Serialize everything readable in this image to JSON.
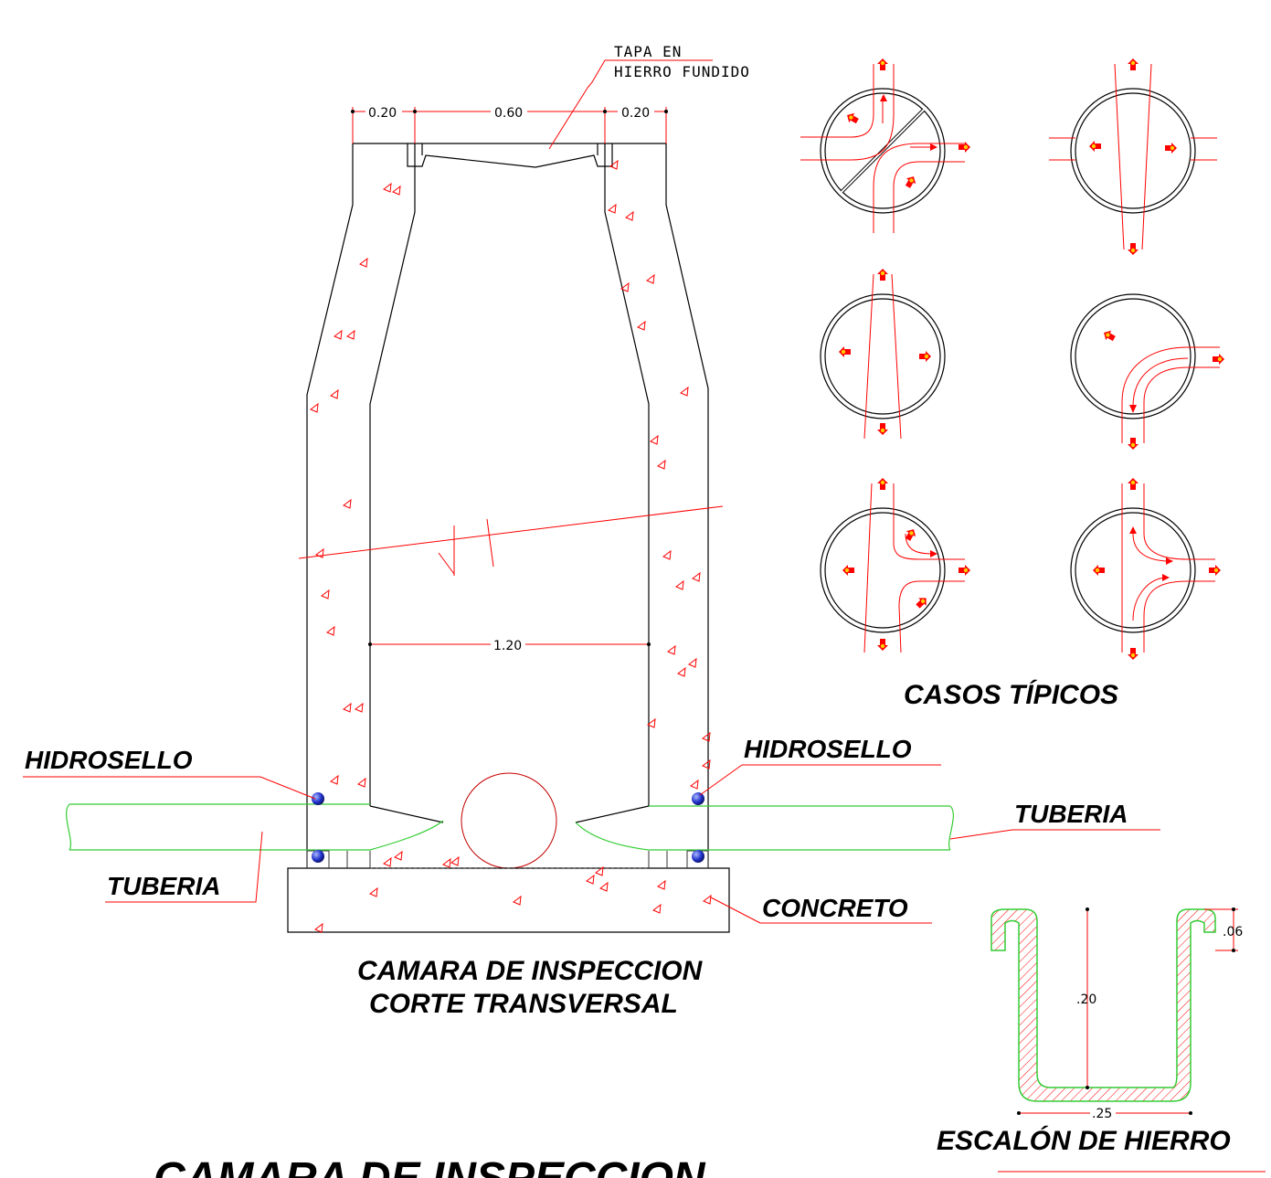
{
  "labels": {
    "tapa_line1": "TAPA EN",
    "tapa_line2": "HIERRO FUNDIDO",
    "dim_left": "0.20",
    "dim_mid": "0.60",
    "dim_right": "0.20",
    "dim_width": "1.20",
    "hidrosello_left": "HIDROSELLO",
    "hidrosello_right": "HIDROSELLO",
    "tuberia_left": "TUBERIA",
    "tuberia_right": "TUBERIA",
    "concreto": "CONCRETO",
    "main_title_1": "CAMARA DE INSPECCION",
    "main_title_2": "CORTE TRANSVERSAL",
    "casos_title": "CASOS TÍPICOS",
    "step_title": "ESCALÓN DE HIERRO",
    "step_dim_06": ".06",
    "step_dim_20": ".20",
    "step_dim_25": ".25",
    "bottom_title": "CAMARA DE INSPECCION"
  },
  "colors": {
    "outline": "#000000",
    "concrete_marks": "#ff0000",
    "pipe": "#33cc33",
    "seal": "#2233cc",
    "flow_arrow": "#ff0000",
    "flow_marker": "#ffcc00"
  }
}
